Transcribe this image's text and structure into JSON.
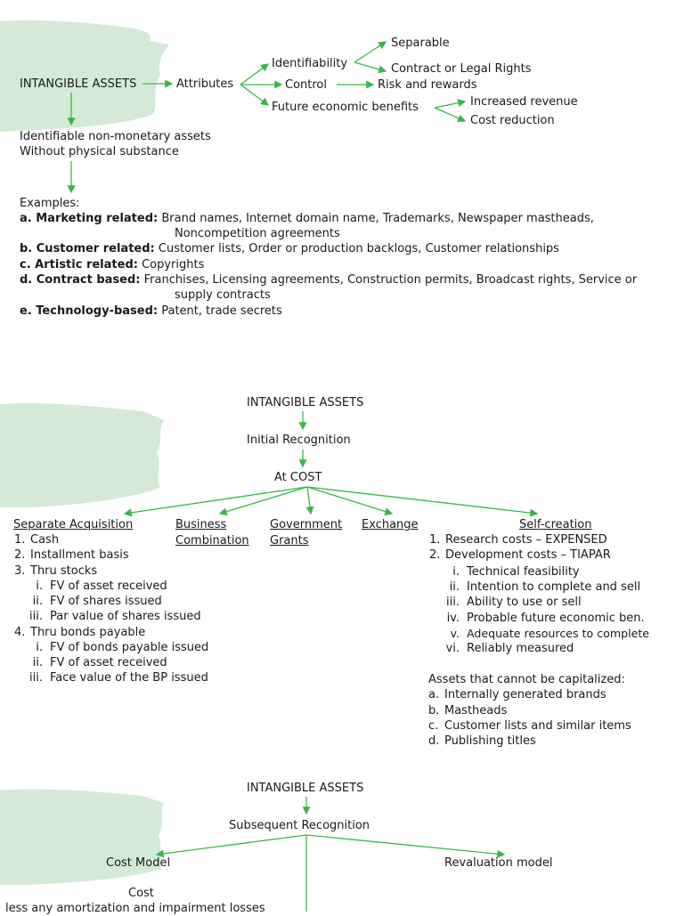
{
  "colors": {
    "arrow": "#3bb54a",
    "brush": "#d4ead6"
  },
  "s1": {
    "root": "INTANGIBLE ASSETS",
    "attributes": "Attributes",
    "identifiability": "Identifiability",
    "separable": "Separable",
    "contract": "Contract or Legal Rights",
    "control": "Control",
    "risk": "Risk and rewards",
    "future": "Future economic benefits",
    "increased": "Increased revenue",
    "cost_reduction": "Cost reduction",
    "def1": "Identifiable non-monetary assets",
    "def2": "Without physical substance",
    "examples": "Examples:",
    "ex_a_label": "a.  Marketing related:",
    "ex_a_text": " Brand names, Internet domain name, Trademarks, Newspaper mastheads,",
    "ex_a_cont": "Noncompetition agreements",
    "ex_b_label": "b. Customer related:",
    "ex_b_text": " Customer lists, Order or production backlogs, Customer relationships",
    "ex_c_label": "c. Artistic related:",
    "ex_c_text": " Copyrights",
    "ex_d_label": "d. Contract based:",
    "ex_d_text": " Franchises, Licensing agreements, Construction permits, Broadcast rights, Service or",
    "ex_d_cont": "supply contracts",
    "ex_e_label": "e. Technology-based:",
    "ex_e_text": " Patent, trade secrets"
  },
  "s2": {
    "root": "INTANGIBLE ASSETS",
    "initial": "Initial Recognition",
    "at_cost": "At COST",
    "sep_acq": "Separate Acquisition",
    "business1": "Business",
    "business2": "Combination",
    "gov1": "Government",
    "gov2": "Grants",
    "exchange": "Exchange",
    "self": "Self-creation",
    "sep_items": [
      {
        "n": "1.",
        "t": "Cash"
      },
      {
        "n": "2.",
        "t": "Installment basis"
      },
      {
        "n": "3.",
        "t": "Thru stocks"
      }
    ],
    "stock_items": [
      {
        "n": "i.",
        "t": "FV of asset received"
      },
      {
        "n": "ii.",
        "t": "FV of shares issued"
      },
      {
        "n": "iii.",
        "t": "Par value of shares issued"
      }
    ],
    "bonds": {
      "n": "4.",
      "t": "Thru bonds payable"
    },
    "bond_items": [
      {
        "n": "i.",
        "t": "FV of bonds payable issued"
      },
      {
        "n": "ii.",
        "t": "FV of asset received"
      },
      {
        "n": "iii.",
        "t": "Face value of the BP issued"
      }
    ],
    "self_items": [
      {
        "n": "1.",
        "t": "Research costs – EXPENSED"
      },
      {
        "n": "2.",
        "t": "Development costs – TIAPAR"
      }
    ],
    "dev_items": [
      {
        "n": "i.",
        "t": "Technical feasibility"
      },
      {
        "n": "ii.",
        "t": "Intention to complete and sell"
      },
      {
        "n": "iii.",
        "t": "Ability to use or sell"
      },
      {
        "n": "iv.",
        "t": "Probable future economic ben."
      },
      {
        "n": "v.",
        "t": "Adequate resources to complete"
      },
      {
        "n": "vi.",
        "t": "Reliably measured"
      }
    ],
    "cannot": "Assets that cannot be capitalized:",
    "cannot_items": [
      {
        "n": "a.",
        "t": "Internally generated brands"
      },
      {
        "n": "b.",
        "t": "Mastheads"
      },
      {
        "n": "c.",
        "t": "Customer lists and similar items"
      },
      {
        "n": "d.",
        "t": "Publishing titles"
      }
    ]
  },
  "s3": {
    "root": "INTANGIBLE ASSETS",
    "subsequent": "Subsequent Recognition",
    "cost_model": "Cost Model",
    "reval": "Revaluation model",
    "cost": "Cost",
    "less": "less any amortization and impairment losses"
  }
}
